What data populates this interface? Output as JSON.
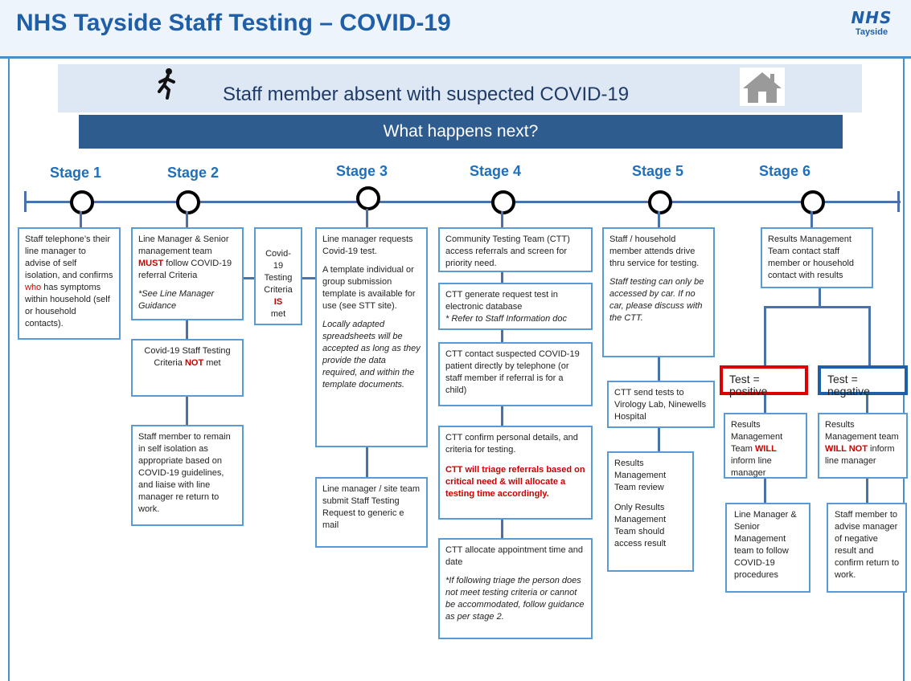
{
  "header": {
    "title": "NHS Tayside Staff Testing – COVID-19",
    "logo_mark": "NHS",
    "logo_sub": "Tayside"
  },
  "banner": {
    "title": "Staff member absent with suspected COVID-19",
    "subtitle": "What happens next?"
  },
  "stages": [
    "Stage 1",
    "Stage 2",
    "Stage 3",
    "Stage 4",
    "Stage 5",
    "Stage 6"
  ],
  "boxes": {
    "s1": {
      "pre": "Staff telephone’s their line manager to advise of self isolation, and confirms ",
      "who": "who",
      "post": " has symptoms within household (self or household contacts)."
    },
    "s2a": {
      "pre": "Line Manager & Senior management team ",
      "must": "MUST",
      "post": " follow COVID-19 referral Criteria",
      "note": "*See Line Manager Guidance"
    },
    "s2b": {
      "pre": "Covid-19 Staff Testing Criteria ",
      "not": "NOT",
      "post": " met"
    },
    "s2c": {
      "text": "Staff member to remain in self isolation as appropriate based on COVID-19 guidelines, and liaise with line manager re return to work."
    },
    "criteria": {
      "pre": "Covid-19 Testing Criteria",
      "is": "IS",
      "post": "met"
    },
    "s3a": {
      "line1": "Line manager requests Covid-19 test.",
      "line2": "A template individual or group submission template is available for use (see STT site).",
      "note": "Locally adapted spreadsheets will be accepted as long as they provide the data required, and within the template documents."
    },
    "s3b": {
      "text": "Line manager / site team submit Staff Testing Request to generic e mail"
    },
    "s4a": {
      "text": "Community Testing Team (CTT) access referrals and screen for priority need."
    },
    "s4b": {
      "text": "CTT generate request test in electronic database",
      "note": "* Refer to Staff Information doc"
    },
    "s4c": {
      "text": "CTT contact suspected COVID-19 patient directly by telephone (or staff member if referral is for a child)"
    },
    "s4d": {
      "text": "CTT confirm personal details, and criteria for testing.",
      "red": "CTT will triage referrals based on critical need & will allocate a testing time accordingly."
    },
    "s4e": {
      "text": "CTT allocate appointment time and date",
      "note": "*If following triage the person does not meet testing criteria or cannot be accommodated, follow guidance as per stage 2."
    },
    "s5a": {
      "text": "Staff / household member attends drive thru service for testing.",
      "note": "Staff testing can only be accessed by car. If no car, please discuss with the CTT."
    },
    "s5b": {
      "text": "CTT send tests to Virology Lab, Ninewells Hospital"
    },
    "s5c": {
      "line1": "Results Management Team review",
      "line2": "Only Results Management Team should access result"
    },
    "s6a": {
      "text": "Results Management Team contact staff member or household contact with results"
    },
    "pos": {
      "text": "Test = positive"
    },
    "neg": {
      "text": "Test = negative"
    },
    "s6b": {
      "pre": "Results Management Team ",
      "will": "WILL",
      "post": " inform line manager"
    },
    "s6c": {
      "pre": "Results Management team ",
      "willnot": "WILL NOT",
      "post": " inform line manager"
    },
    "s6d": {
      "text": "Line Manager & Senior Management team to follow COVID-19 procedures"
    },
    "s6e": {
      "text": "Staff member to advise manager of negative result and confirm return to work."
    }
  }
}
